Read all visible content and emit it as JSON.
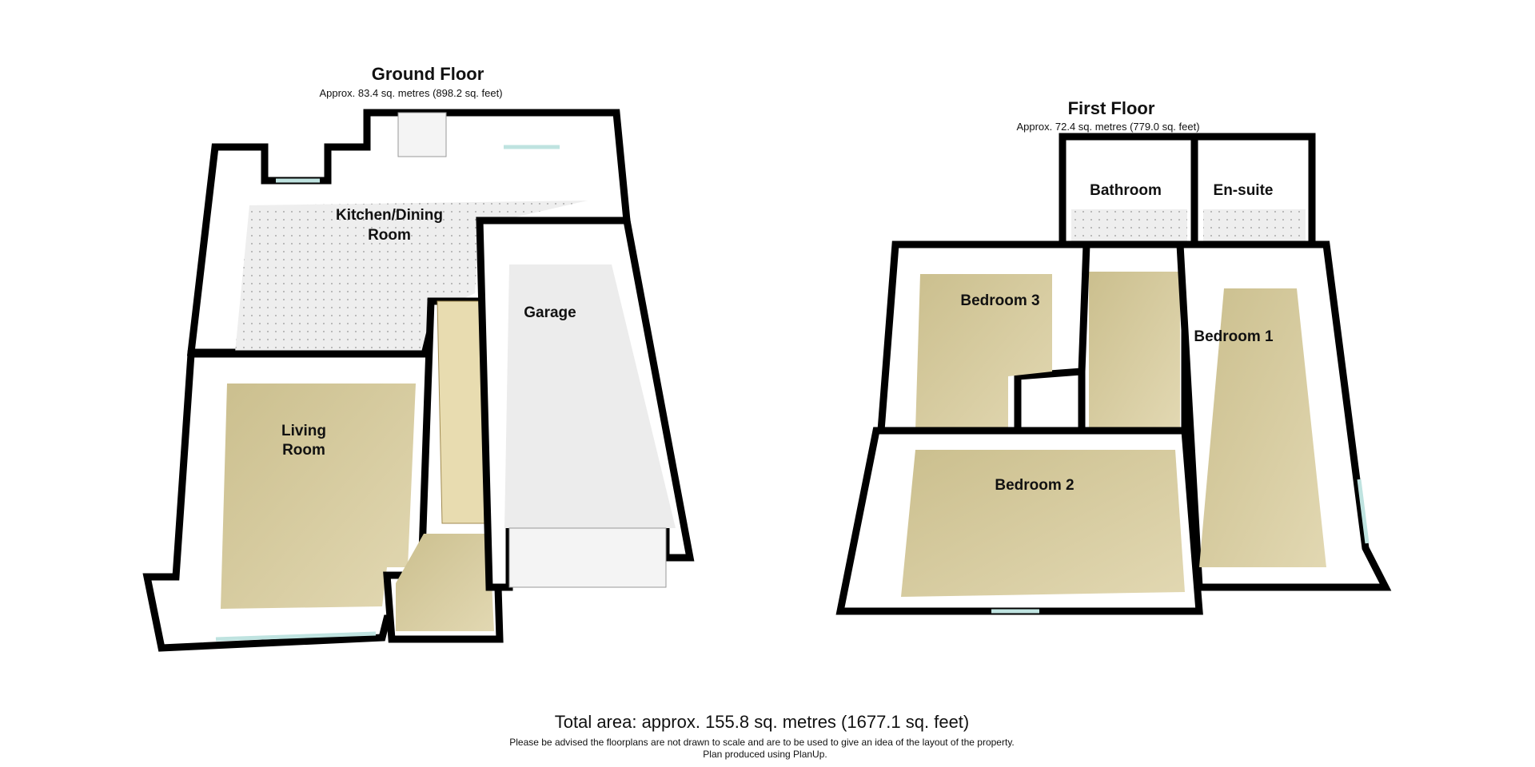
{
  "ground_floor": {
    "title": "Ground Floor",
    "area": "Approx. 83.4 sq. metres (898.2 sq. feet)",
    "rooms": {
      "kitchen_line1": "Kitchen/Dining",
      "kitchen_line2": "Room",
      "garage": "Garage",
      "living_line1": "Living",
      "living_line2": "Room"
    }
  },
  "first_floor": {
    "title": "First Floor",
    "area": "Approx. 72.4 sq. metres (779.0 sq. feet)",
    "rooms": {
      "bathroom": "Bathroom",
      "ensuite": "En-suite",
      "bedroom3": "Bedroom 3",
      "bedroom1": "Bedroom 1",
      "bedroom2": "Bedroom 2"
    }
  },
  "footer": {
    "total": "Total area: approx. 155.8 sq. metres (1677.1 sq. feet)",
    "disclaimer": "Please be advised the floorplans are not drawn to scale and are to be used to give an idea of the layout of the property.",
    "credit": "Plan produced using PlanUp."
  },
  "colors": {
    "carpet": "#d6cba0",
    "wall": "#000000",
    "window": "#bfe3e0"
  }
}
